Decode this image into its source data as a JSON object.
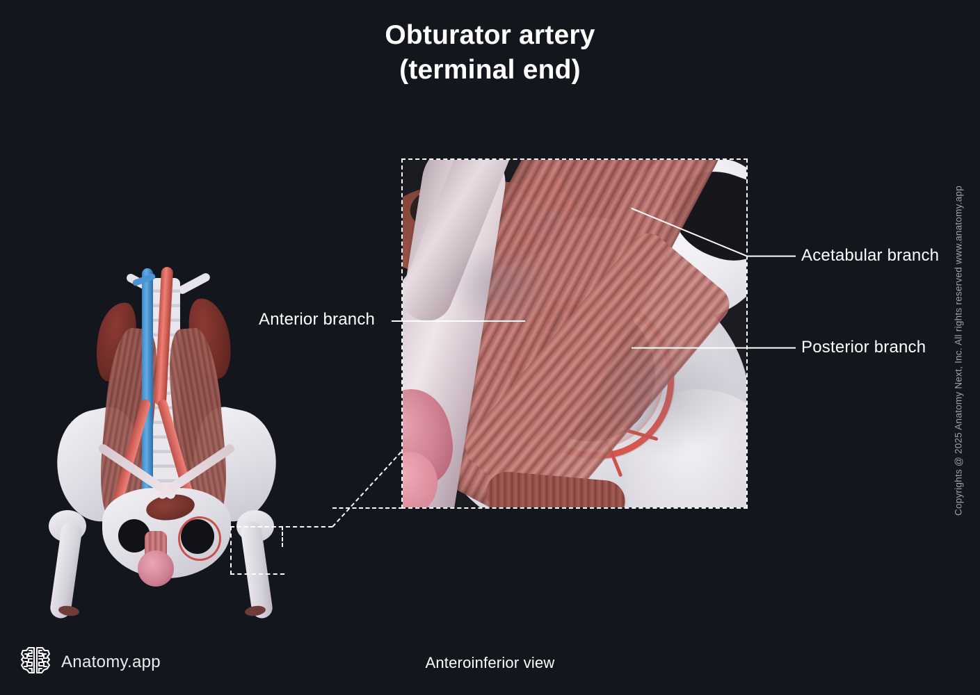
{
  "title": {
    "line1": "Obturator artery",
    "line2": "(terminal end)"
  },
  "view_caption": "Anteroinferior view",
  "brand": {
    "name": "Anatomy.app",
    "logo_icon": "brain-icon"
  },
  "copyright": "Copyrights @ 2025 Anatomy Next, Inc. All rights reserved www.anatomy.app",
  "labels": [
    {
      "id": "anterior",
      "text": "Anterior branch",
      "side": "left"
    },
    {
      "id": "acetabular",
      "text": "Acetabular branch",
      "side": "right"
    },
    {
      "id": "posterior",
      "text": "Posterior branch",
      "side": "right"
    }
  ],
  "colors": {
    "background": "#13161c",
    "text": "#ffffff",
    "copyright_text": "#9aa2ad",
    "artery": "#d4544c",
    "vein": "#3f8fd6",
    "bone": "#e2e1e6",
    "muscle": "#a3605c",
    "nerve": "#d8b14a",
    "ligament": "#dccfd6",
    "kidney": "#6d2b26",
    "frame_dash": "#ffffff"
  },
  "figure": {
    "type": "anatomical-illustration",
    "region": "pelvis",
    "overview_label": "whole-pelvis-overview",
    "magnified_label": "obturator-foramen-closeup",
    "structures": [
      "hip bone",
      "obturator foramen",
      "obturator artery ring",
      "anterior branch",
      "posterior branch",
      "acetabular branch",
      "iliopsoas muscle",
      "inguinal ligament",
      "femoral artery",
      "femoral vein",
      "kidneys",
      "abdominal aorta",
      "inferior vena cava",
      "urinary bladder",
      "femur"
    ]
  }
}
